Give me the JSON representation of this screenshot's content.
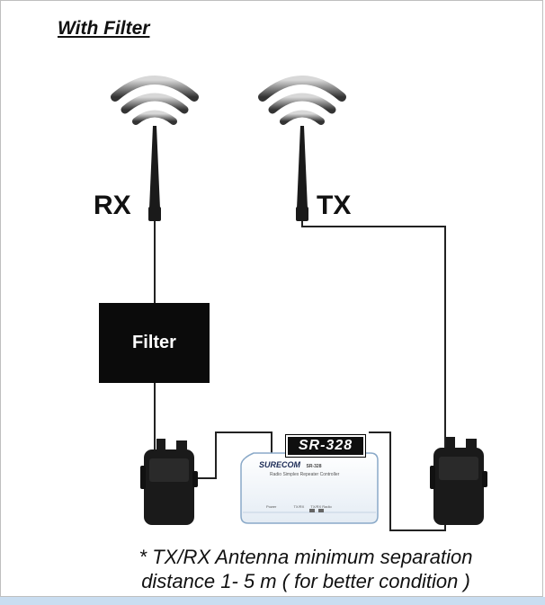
{
  "title": "With Filter",
  "antennas": {
    "rx_label": "RX",
    "tx_label": "TX"
  },
  "filter": {
    "label": "Filter"
  },
  "controller": {
    "tag": "SR-328",
    "brand": "SURECOM",
    "model": "SR-328",
    "caption": "Radio Simplex Repeater Controller",
    "port_labels": [
      "Power",
      "TX/RX",
      "TX/RX Radio"
    ]
  },
  "note": {
    "line1": "* TX/RX Antenna minimum separation",
    "line2": "distance 1- 5 m ( for better condition )"
  },
  "colors": {
    "radio": "#1a1a1a",
    "filter": "#0b0b0b",
    "line": "#222222",
    "controller_body": "#ffffff",
    "controller_edge": "#8aa9c8",
    "band": "#c9ddf0"
  },
  "icons": [
    "signal-waves-icon",
    "antenna-icon",
    "handheld-radio-icon"
  ]
}
